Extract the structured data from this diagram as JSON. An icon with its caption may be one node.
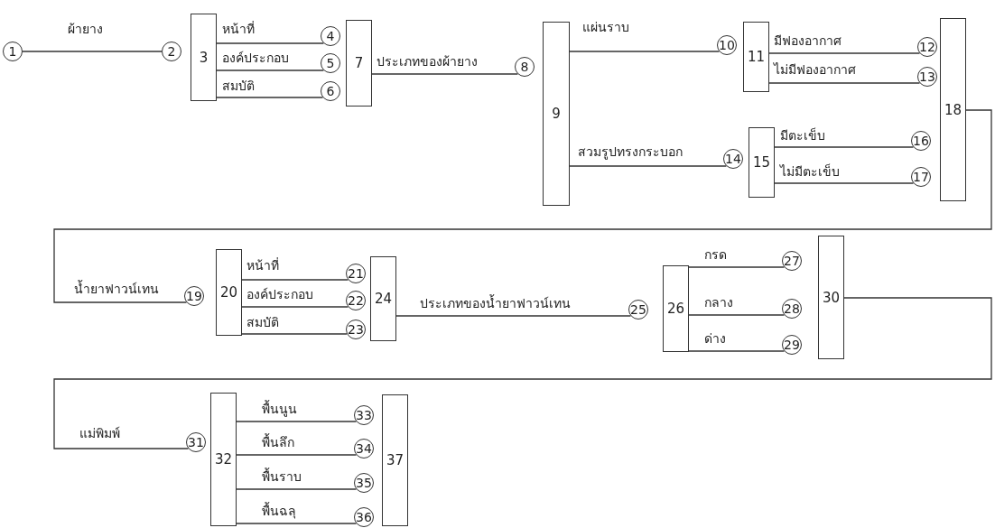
{
  "diagram": {
    "nodes": [
      {
        "text": [
          "1"
        ]
      },
      {
        "text": [
          "2"
        ]
      },
      {
        "text": [
          "3"
        ]
      },
      {
        "text": [
          "4"
        ]
      },
      {
        "text": [
          "5"
        ]
      },
      {
        "text": [
          "6"
        ]
      },
      {
        "text": [
          "7"
        ]
      },
      {
        "text": [
          "8"
        ]
      },
      {
        "text": [
          "9"
        ]
      },
      {
        "text": [
          "10"
        ]
      },
      {
        "text": [
          "11"
        ]
      },
      {
        "text": [
          "12"
        ]
      },
      {
        "text": [
          "13"
        ]
      },
      {
        "text": [
          "14"
        ]
      },
      {
        "text": [
          "15"
        ]
      },
      {
        "text": [
          "16"
        ]
      },
      {
        "text": [
          "17"
        ]
      },
      {
        "text": [
          "18"
        ]
      },
      {
        "text": [
          "19"
        ]
      },
      {
        "text": [
          "20"
        ]
      },
      {
        "text": [
          "21"
        ]
      },
      {
        "text": [
          "22"
        ]
      },
      {
        "text": [
          "23"
        ]
      },
      {
        "text": [
          "24"
        ]
      },
      {
        "text": [
          "25"
        ]
      },
      {
        "text": [
          "26"
        ]
      },
      {
        "text": [
          "27"
        ]
      },
      {
        "text": [
          "28"
        ]
      },
      {
        "text": [
          "29"
        ]
      },
      {
        "text": [
          "30"
        ]
      },
      {
        "text": [
          "31"
        ]
      },
      {
        "text": [
          "32"
        ]
      },
      {
        "text": [
          "33"
        ]
      },
      {
        "text": [
          "34"
        ]
      },
      {
        "text": [
          "35"
        ]
      },
      {
        "text": [
          "36"
        ]
      },
      {
        "text": [
          "37"
        ]
      }
    ],
    "edges": [
      {
        "from": 0,
        "to": 1,
        "arrow": "none",
        "label": "ผ้ายาง"
      },
      {
        "from": 2,
        "to": 3,
        "arrow": "none",
        "label": "หน้าที่"
      },
      {
        "from": 2,
        "to": 4,
        "arrow": "none",
        "label": "องค์ประกอบ"
      },
      {
        "from": 2,
        "to": 5,
        "arrow": "none",
        "label": "สมบัติ"
      },
      {
        "from": 6,
        "to": 7,
        "arrow": "none",
        "label": "ประเภทของผ้ายาง"
      },
      {
        "from": 8,
        "to": 9,
        "arrow": "none",
        "label": "แผ่นราบ"
      },
      {
        "from": 8,
        "to": 13,
        "arrow": "none",
        "label": "สวมรูปทรงกระบอก"
      },
      {
        "from": 10,
        "to": 11,
        "arrow": "none",
        "label": "มีฟองอากาศ"
      },
      {
        "from": 10,
        "to": 12,
        "arrow": "none",
        "label": "ไม่มีฟองอากาศ"
      },
      {
        "from": 14,
        "to": 15,
        "arrow": "none",
        "label": "มีตะเข็บ"
      },
      {
        "from": 14,
        "to": 16,
        "arrow": "none",
        "label": "ไม่มีตะเข็บ"
      },
      {
        "from": 17,
        "to": 18,
        "arrow": "none",
        "label": "น้ำยาฟาวน์เทน"
      },
      {
        "from": 19,
        "to": 20,
        "arrow": "none",
        "label": "หน้าที่"
      },
      {
        "from": 19,
        "to": 21,
        "arrow": "none",
        "label": "องค์ประกอบ"
      },
      {
        "from": 19,
        "to": 22,
        "arrow": "none",
        "label": "สมบัติ"
      },
      {
        "from": 23,
        "to": 24,
        "arrow": "none",
        "label": "ประเภทของน้ำยาฟาวน์เทน"
      },
      {
        "from": 25,
        "to": 26,
        "arrow": "none",
        "label": "กรด"
      },
      {
        "from": 25,
        "to": 27,
        "arrow": "none",
        "label": "กลาง"
      },
      {
        "from": 25,
        "to": 28,
        "arrow": "none",
        "label": "ด่าง"
      },
      {
        "from": 29,
        "to": 30,
        "arrow": "none",
        "label": "แม่พิมพ์"
      },
      {
        "from": 31,
        "to": 32,
        "arrow": "none",
        "label": "พื้นนูน"
      },
      {
        "from": 31,
        "to": 33,
        "arrow": "none",
        "label": "พื้นลึก"
      },
      {
        "from": 31,
        "to": 34,
        "arrow": "none",
        "label": "พื้นราบ"
      },
      {
        "from": 31,
        "to": 35,
        "arrow": "none",
        "label": "พื้นฉลุ"
      }
    ]
  }
}
